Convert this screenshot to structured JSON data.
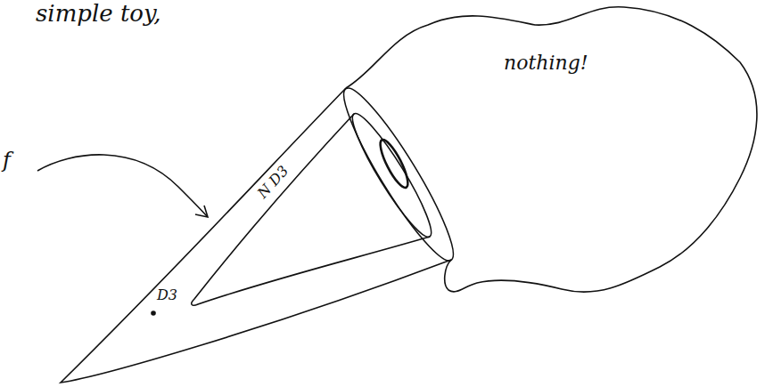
{
  "diagram": {
    "nodes": [
      {
        "text": [
          "nothing!"
        ]
      },
      {
        "text": [
          "D3"
        ]
      },
      {
        "text": [
          "N D3"
        ],
        "in": 1
      }
    ],
    "labels": [
      "simple toy,",
      "f"
    ]
  }
}
